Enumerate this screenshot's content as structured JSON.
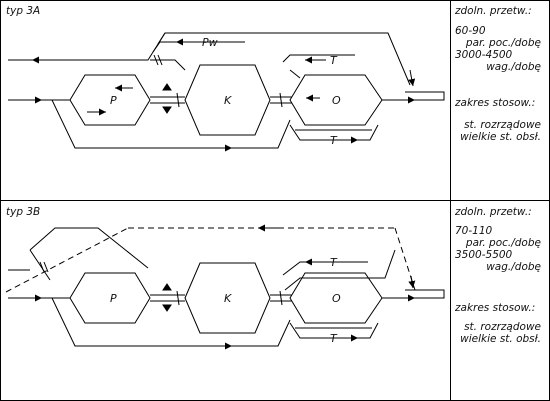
{
  "panels": [
    {
      "id": "3A",
      "type_label": "typ 3A",
      "stations": {
        "P": "P",
        "K": "K",
        "O": "O"
      },
      "track_labels": {
        "Pw": "Pw",
        "T_upper": "T",
        "T_lower": "T"
      },
      "info": {
        "capacity_heading": "zdoln. przetw.:",
        "trains_range": "60-90",
        "trains_unit": "par. poc./dobę",
        "wagons_range": "3000-4500",
        "wagons_unit": "wag./dobę",
        "scope_heading": "zakres stosow.:",
        "scope_line1": "st. rozrządowe",
        "scope_line2": "wielkie st. obsł."
      }
    },
    {
      "id": "3B",
      "type_label": "typ 3B",
      "stations": {
        "P": "P",
        "K": "K",
        "O": "O"
      },
      "track_labels": {
        "T_upper": "T",
        "T_lower": "T"
      },
      "info": {
        "capacity_heading": "zdoln. przetw.:",
        "trains_range": "70-110",
        "trains_unit": "par. poc./dobę",
        "wagons_range": "3500-5500",
        "wagons_unit": "wag./dobę",
        "scope_heading": "zakres stosow.:",
        "scope_line1": "st. rozrządowe",
        "scope_line2": "wielkie st. obsł."
      }
    }
  ]
}
